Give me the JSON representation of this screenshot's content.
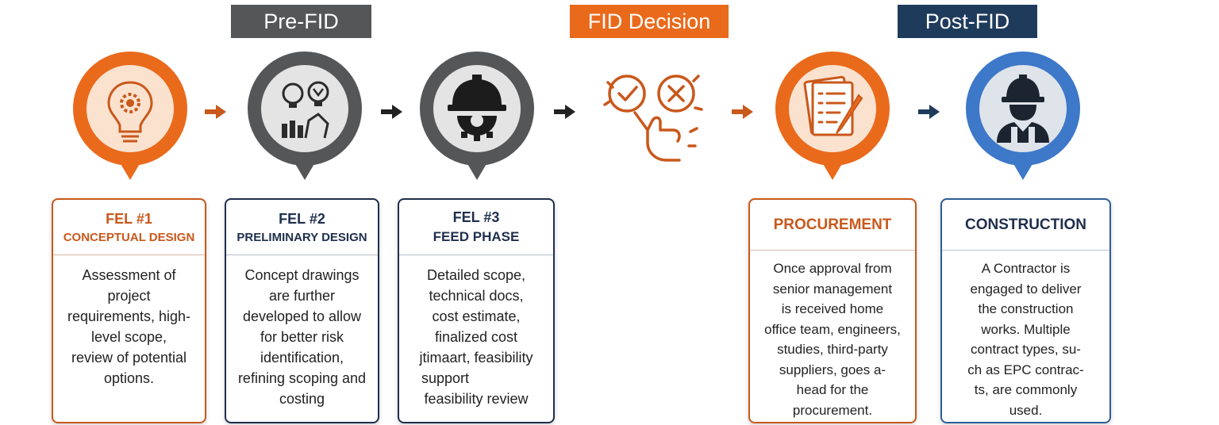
{
  "phases": {
    "pre_fid": "Pre-FID",
    "fid_decision": "FID Decision",
    "post_fid": "Post-FID"
  },
  "colors": {
    "orange": "#ea6a1c",
    "dark_grey": "#555658",
    "navy": "#1f3b5c",
    "blue": "#3d78c9",
    "card_orange_border": "#c9581b",
    "card_navy_border": "#1f2f4d"
  },
  "icons": [
    "lightbulb-gear-icon",
    "ideas-growth-icon",
    "hardhat-gear-icon",
    "approve-reject-hand-icon",
    "document-pen-icon",
    "construction-worker-icon"
  ],
  "cards": [
    {
      "line1": "FEL #1",
      "line2": "CONCEPTUAL DESIGN",
      "body": [
        "Assessment of",
        "project",
        "requirements, high-",
        "level scope,",
        "review of potential",
        "options."
      ]
    },
    {
      "line1": "FEL #2",
      "line2": "PRELIMINARY DESIGN",
      "body": [
        "Concept drawings",
        "are further",
        "developed to allow",
        "for better risk",
        "identification,",
        "refining scoping and",
        "costing"
      ]
    },
    {
      "line1": "FEL #3",
      "line2": "FEED PHASE",
      "body": [
        "Detailed scope,",
        "technical docs,",
        "cost estimate,",
        "finalized cost",
        "jtimaart, feasibility",
        "support",
        "feasibility review"
      ]
    },
    {
      "title": "PROCUREMENT",
      "body": [
        "Once approval from",
        "senior management",
        "is received home",
        "office team, engineers,",
        "studies, third-party",
        "suppliers, goes a-",
        "head for the",
        "procurement."
      ]
    },
    {
      "title": "CONSTRUCTION",
      "body": [
        "A Contractor is",
        "engaged to deliver",
        "the construction",
        "works. Multiple",
        "contract types, su-",
        "ch as EPC contrac-",
        "ts, are commonly",
        "used."
      ]
    }
  ]
}
